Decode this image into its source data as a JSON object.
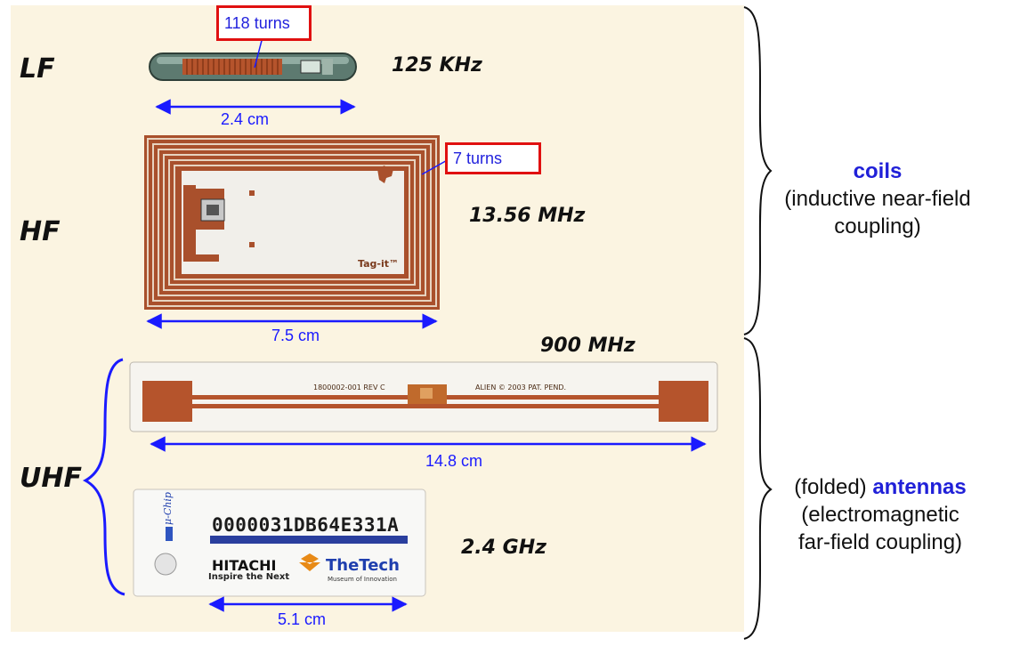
{
  "bands": {
    "lf": "LF",
    "hf": "HF",
    "uhf": "UHF"
  },
  "frequencies": {
    "lf": "125 KHz",
    "hf": "13.56 MHz",
    "uhf": "900 MHz",
    "microwave": "2.4 GHz"
  },
  "dimensions": {
    "lf": "2.4 cm",
    "hf": "7.5 cm",
    "uhf": "14.8 cm",
    "microwave": "5.1 cm"
  },
  "turns": {
    "lf": "118 turns",
    "hf": "7 turns"
  },
  "coupling": {
    "coils_keyword": "coils",
    "coils_line2": "(inductive near-field",
    "coils_line3": "coupling)",
    "antennas_prefix": "(folded) ",
    "antennas_keyword": "antennas",
    "antennas_line2": "(electromagnetic",
    "antennas_line3": "far-field coupling)"
  },
  "tag_text": {
    "hf_brand": "Tag-it™",
    "uhf_part": "1800002-001 REV C",
    "uhf_maker": "ALIEN © 2003  PAT. PEND.",
    "mu_chip": "μ-Chip",
    "serial": "0000031DB64E331A",
    "hitachi": "HITACHI",
    "hitachi_slogan": "Inspire the Next",
    "thetech": "TheTech",
    "thetech_sub": "Museum of Innovation"
  },
  "colors": {
    "background": "#fbf4e1",
    "accent_blue": "#1a1aff",
    "highlight_red": "#e01010",
    "copper": "#b5542c"
  }
}
